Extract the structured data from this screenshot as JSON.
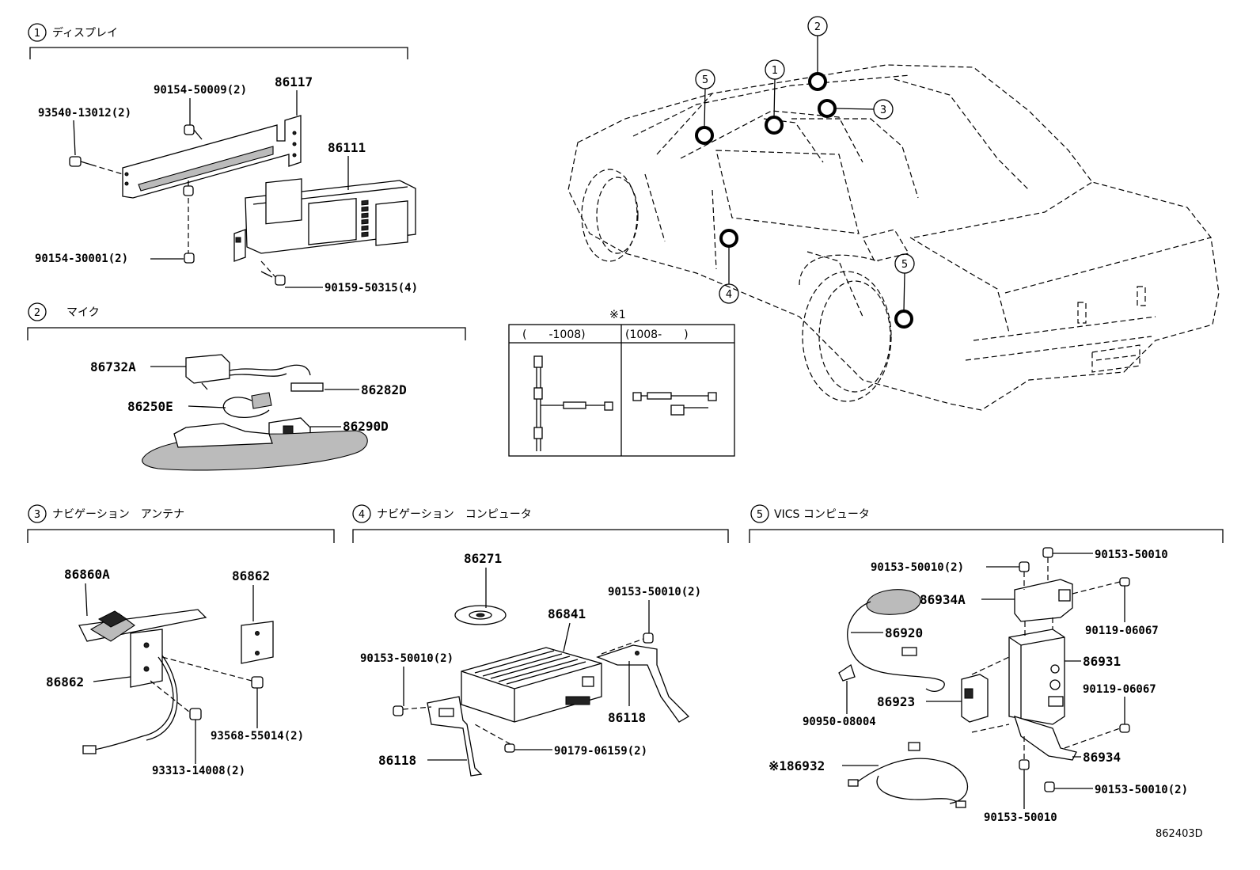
{
  "sections": [
    {
      "num": "1",
      "title": "ディスプレイ"
    },
    {
      "num": "2",
      "title": "マイク"
    },
    {
      "num": "3",
      "title": "ナビゲーション　アンテナ"
    },
    {
      "num": "4",
      "title": "ナビゲーション　コンピュータ"
    },
    {
      "num": "5",
      "title": "VICS コンピュータ"
    }
  ],
  "display_parts": [
    "93540-13012(2)",
    "90154-50009(2)",
    "86117",
    "86111",
    "90154-30001(2)",
    "90159-50315(4)"
  ],
  "mic_parts": [
    "86732A",
    "86282D",
    "86250E",
    "86290D"
  ],
  "antenna_parts": [
    "86860A",
    "86862",
    "86862",
    "93568-55014(2)",
    "93313-14008(2)"
  ],
  "computer_parts": [
    "86271",
    "86841",
    "90153-50010(2)",
    "90153-50010(2)",
    "86118",
    "86118",
    "90179-06159(2)"
  ],
  "vics_parts": [
    "90153-50010(2)",
    "90153-50010",
    "86934A",
    "86920",
    "90119-06067",
    "86931",
    "90119-06067",
    "86923",
    "90950-08004",
    "86934",
    "※186932",
    "90153-50010(2)",
    "90153-50010"
  ],
  "inset": {
    "mark": "※1",
    "col1": "(　　-1008)",
    "col2": "(1008-　　)"
  },
  "car_callouts": [
    "5",
    "1",
    "2",
    "3",
    "5",
    "4"
  ],
  "diagram_code": "862403D"
}
